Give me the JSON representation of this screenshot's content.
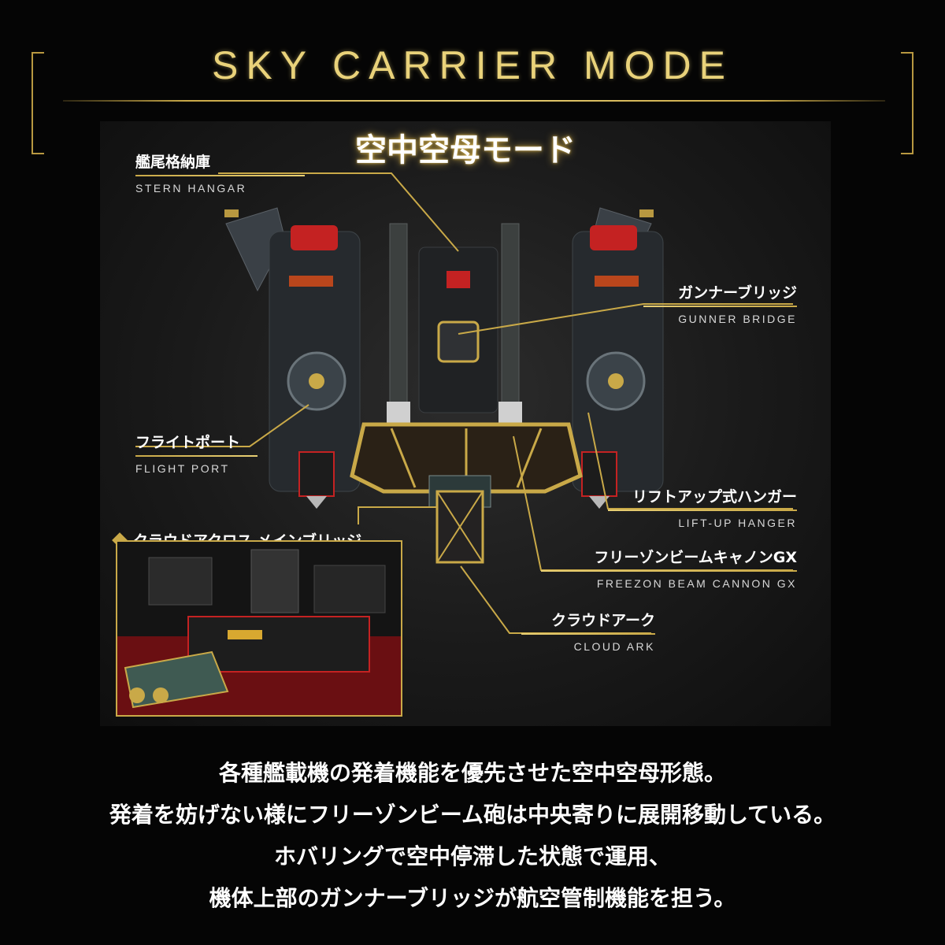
{
  "header": {
    "title": "SKY CARRIER MODE",
    "subtitle": "空中空母モード"
  },
  "callouts": {
    "stern_hangar": {
      "jp": "艦尾格納庫",
      "en": "STERN HANGAR"
    },
    "gunner_bridge": {
      "jp": "ガンナーブリッジ",
      "en": "GUNNER BRIDGE"
    },
    "flight_port": {
      "jp": "フライトポート",
      "en": "FLIGHT PORT"
    },
    "lift_up_hanger": {
      "jp": "リフトアップ式ハンガー",
      "en": "LIFT-UP HANGER"
    },
    "freezon_beam_cannon": {
      "jp": "フリーゾンビームキャノンGX",
      "en": "FREEZON BEAM CANNON GX"
    },
    "cloud_ark": {
      "jp": "クラウドアーク",
      "en": "CLOUD ARK"
    },
    "main_bridge": {
      "jp": "クラウドアクロス メインブリッジ"
    }
  },
  "description": {
    "line1": "各種艦載機の発着機能を優先させた空中空母形態。",
    "line2": "発着を妨げない様にフリーゾンビーム砲は中央寄りに展開移動している。",
    "line3": "ホバリングで空中停滞した状態で運用、",
    "line4": "機体上部のガンナーブリッジが航空管制機能を担う。"
  },
  "colors": {
    "accent_gold": "#c9a948",
    "title_gold": "#e9d27a",
    "background": "#050505",
    "panel": "#1a1a1a",
    "accent_red": "#c42222"
  }
}
